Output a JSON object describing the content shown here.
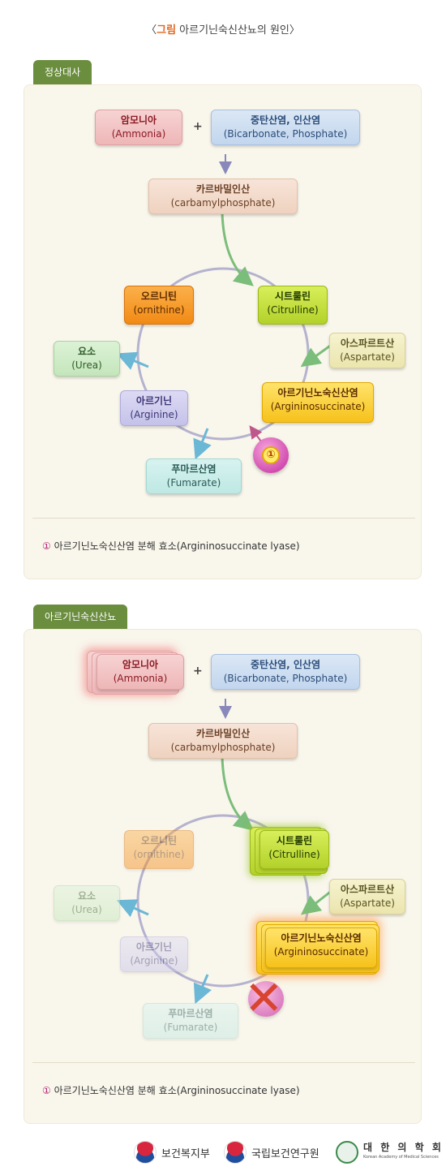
{
  "title": {
    "prefix": "〈",
    "accent": "그림",
    "text": " 아르기닌숙신산뇨의 원인〉"
  },
  "panels": [
    {
      "tab": "정상대사",
      "nodes": {
        "ammonia": {
          "ko": "암모니아",
          "en": "(Ammonia)"
        },
        "bicarbonate": {
          "ko": "중탄산염, 인산염",
          "en": "(Bicarbonate, Phosphate)"
        },
        "carbamyl": {
          "ko": "카르바밀인산",
          "en": "(carbamylphosphate)"
        },
        "ornithine": {
          "ko": "오르니틴",
          "en": "(ornithine)"
        },
        "citrulline": {
          "ko": "시트룰린",
          "en": "(Citrulline)"
        },
        "aspartate": {
          "ko": "아스파르트산",
          "en": "(Aspartate)"
        },
        "urea": {
          "ko": "요소",
          "en": "(Urea)"
        },
        "arginine": {
          "ko": "아르기닌",
          "en": "(Arginine)"
        },
        "asa": {
          "ko": "아르기닌노숙신산염",
          "en": "(Argininosuccinate)"
        },
        "fumarate": {
          "ko": "푸마르산염",
          "en": "(Fumarate)"
        }
      },
      "plus": "+",
      "enzyme_mark": "①",
      "note": {
        "num": "①",
        "text": " 아르기닌노숙신산염 분해 효소(Argininosuccinate lyase)"
      }
    },
    {
      "tab": "아르기닌숙신산뇨",
      "nodes": {
        "ammonia": {
          "ko": "암모니아",
          "en": "(Ammonia)"
        },
        "bicarbonate": {
          "ko": "중탄산염, 인산염",
          "en": "(Bicarbonate, Phosphate)"
        },
        "carbamyl": {
          "ko": "카르바밀인산",
          "en": "(carbamylphosphate)"
        },
        "ornithine": {
          "ko": "오르니틴",
          "en": "(ornithine)"
        },
        "citrulline": {
          "ko": "시트룰린",
          "en": "(Citrulline)"
        },
        "aspartate": {
          "ko": "아스파르트산",
          "en": "(Aspartate)"
        },
        "urea": {
          "ko": "요소",
          "en": "(Urea)"
        },
        "arginine": {
          "ko": "아르기닌",
          "en": "(Arginine)"
        },
        "asa": {
          "ko": "아르기닌노숙신산염",
          "en": "(Argininosuccinate)"
        },
        "fumarate": {
          "ko": "푸마르산염",
          "en": "(Fumarate)"
        }
      },
      "plus": "+",
      "blocked_mark": "✕",
      "note": {
        "num": "①",
        "text": " 아르기닌노숙신산염 분해 효소(Argininosuccinate lyase)"
      }
    }
  ],
  "footer": {
    "logo1": "보건복지부",
    "logo2": "국립보건연구원",
    "logo3": "대 한 의 학 회",
    "logo3_sub": "Korean Academy of Medical Sciences"
  }
}
